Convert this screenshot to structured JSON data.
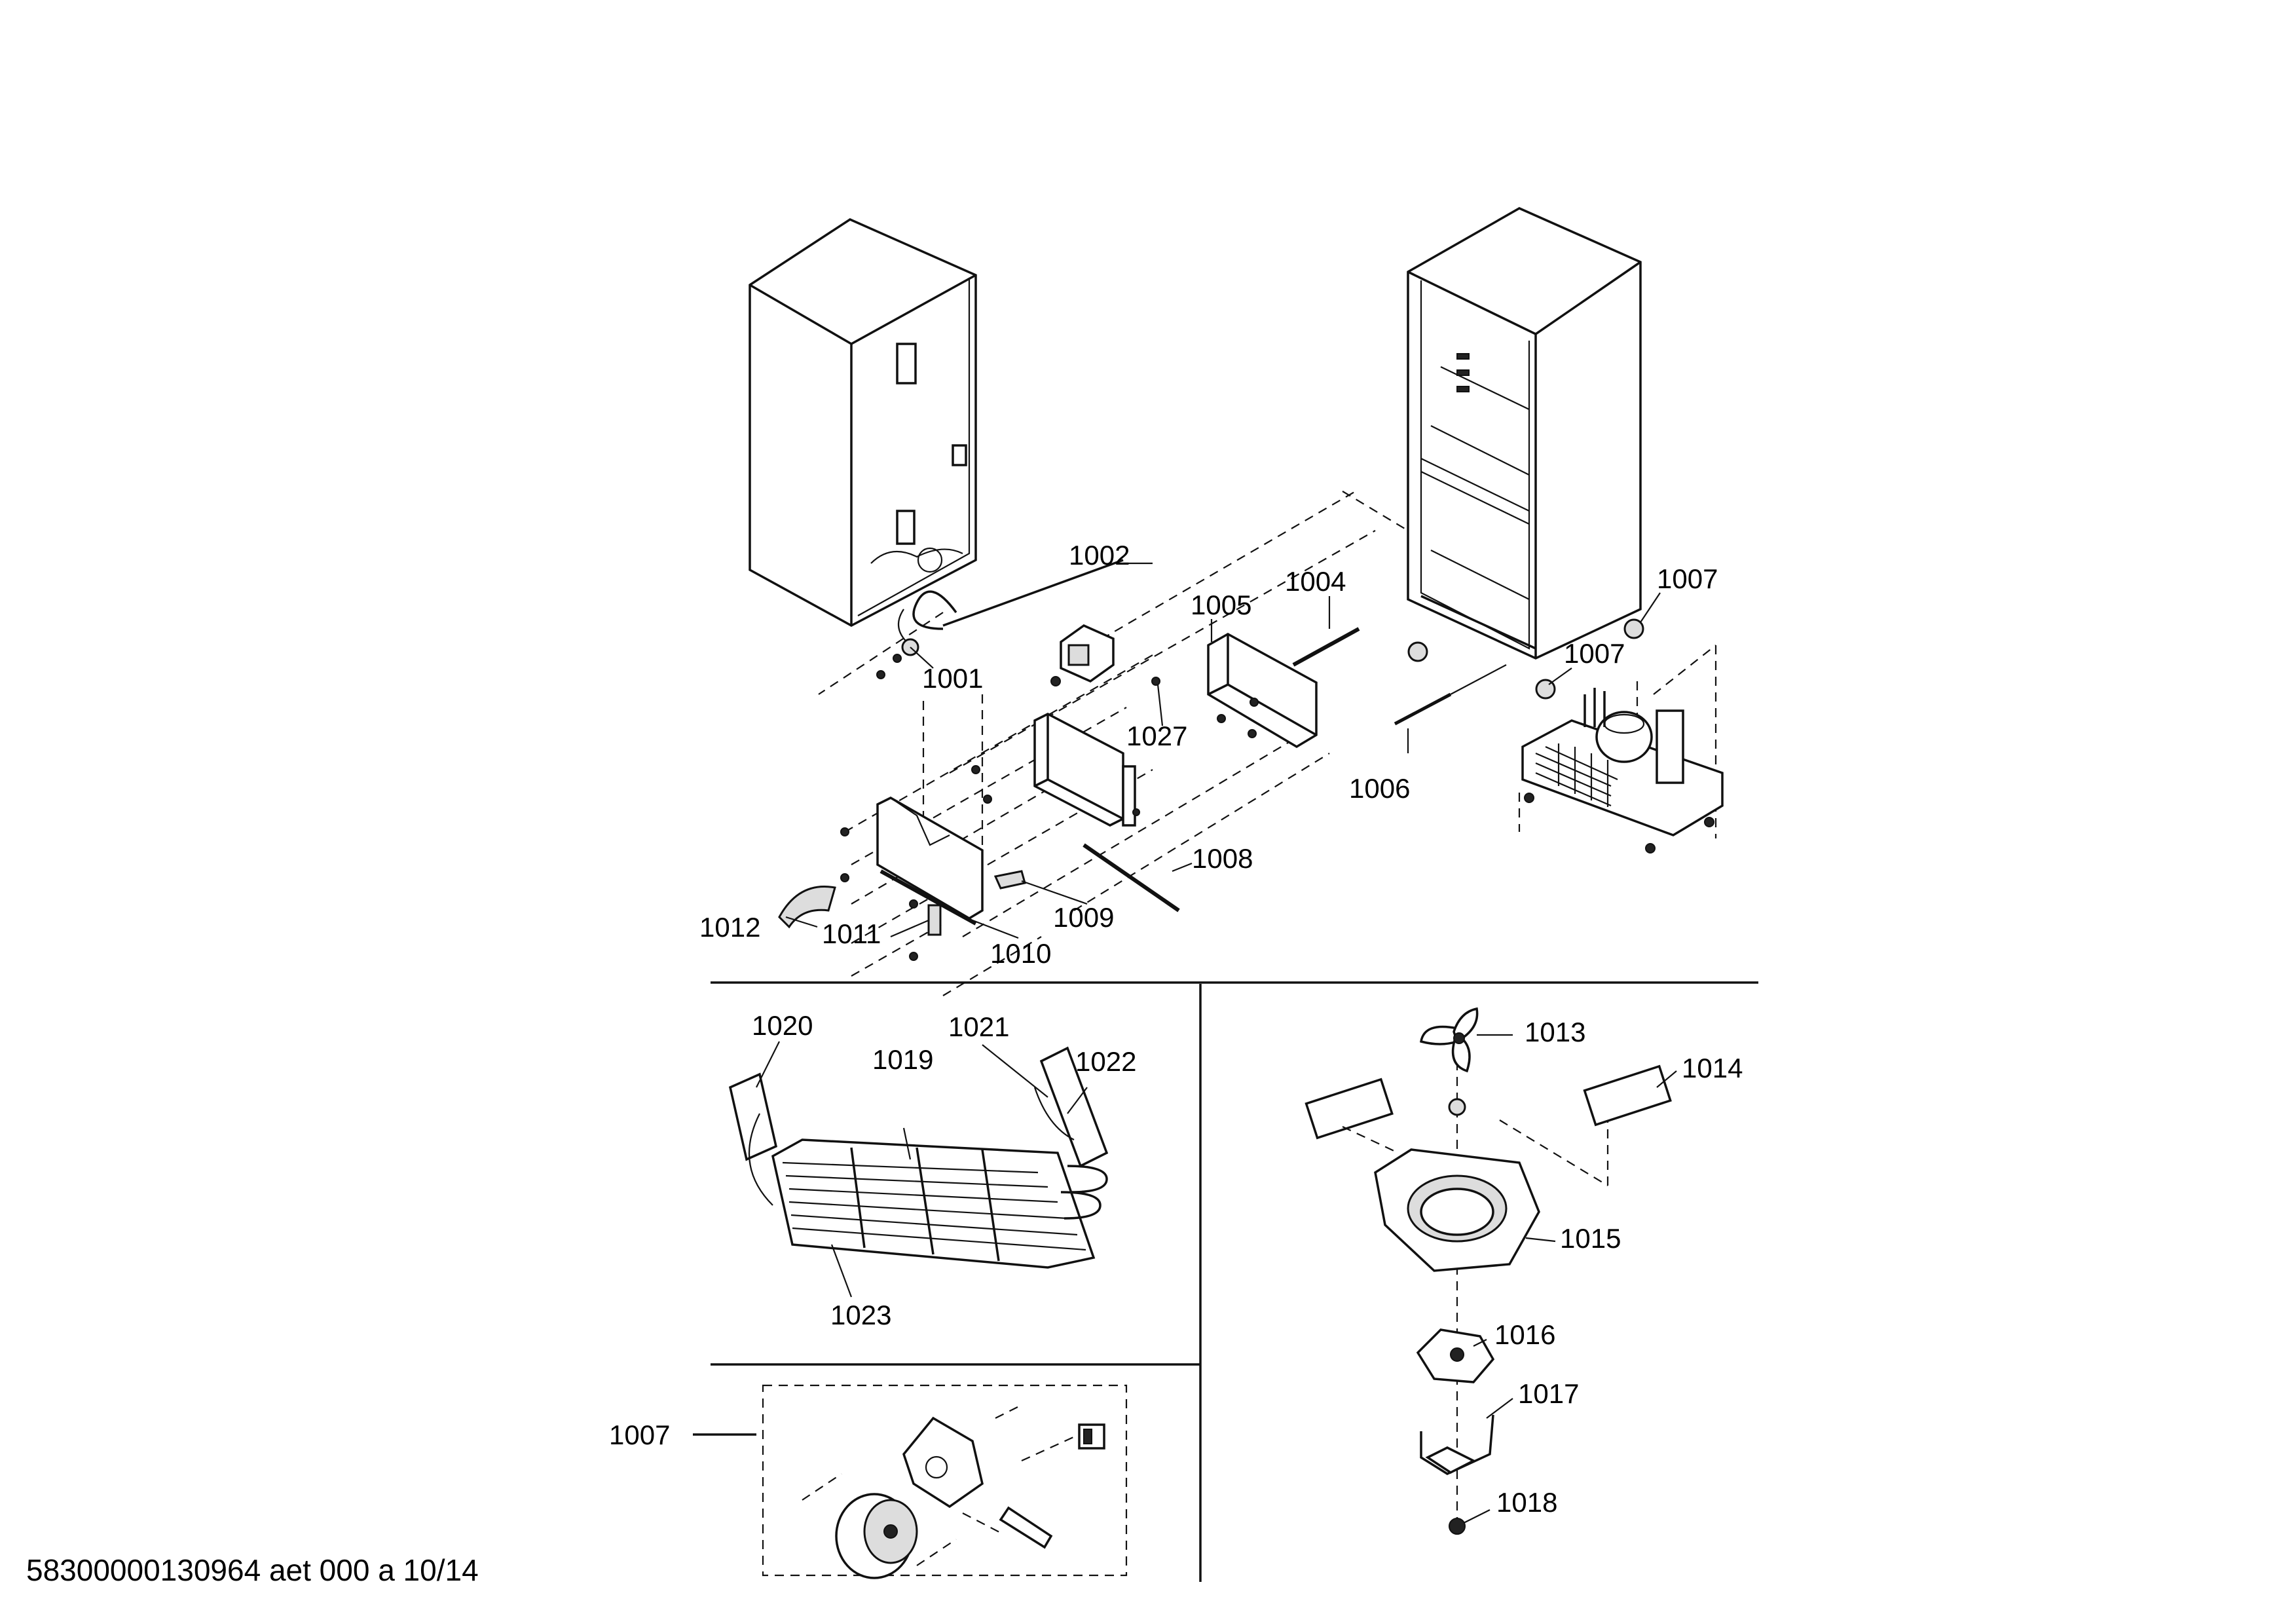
{
  "footer": {
    "doc_code": "58300000130964 aet 000 a 10/14"
  },
  "callouts": {
    "c1001": "1001",
    "c1002": "1002",
    "c1004": "1004",
    "c1005": "1005",
    "c1006": "1006",
    "c1007a": "1007",
    "c1007b": "1007",
    "c1007c": "1007",
    "c1008": "1008",
    "c1009": "1009",
    "c1010": "1010",
    "c1011": "1011",
    "c1012": "1012",
    "c1013": "1013",
    "c1014": "1014",
    "c1015": "1015",
    "c1016": "1016",
    "c1017": "1017",
    "c1018": "1018",
    "c1019": "1019",
    "c1020": "1020",
    "c1021": "1021",
    "c1022": "1022",
    "c1023": "1023",
    "c1027": "1027"
  }
}
